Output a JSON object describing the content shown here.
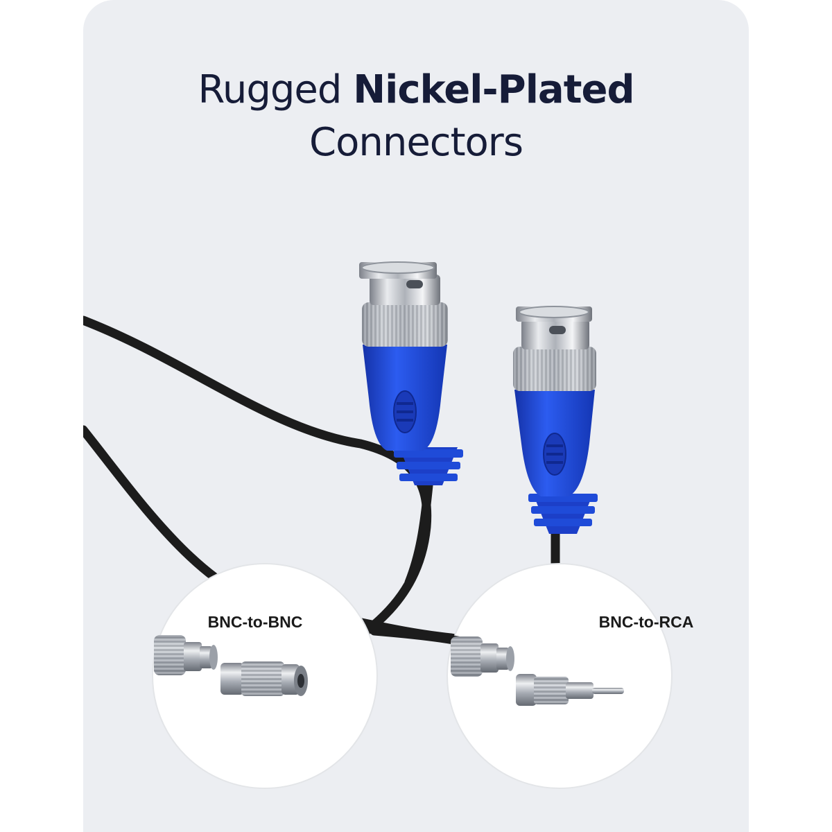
{
  "headline": {
    "line1_light": "Rugged",
    "line1_bold": "Nickel-Plated",
    "line2": "Connectors"
  },
  "insets": {
    "left_label": "BNC-to-BNC",
    "right_label": "BNC-to-RCA"
  },
  "colors": {
    "card_background": "#eceef2",
    "headline_text": "#161c38",
    "connector_boot_blue": "#1f4bd8",
    "cable_black": "#1c1c1c",
    "nickel_metal": "#c8ccd2"
  }
}
